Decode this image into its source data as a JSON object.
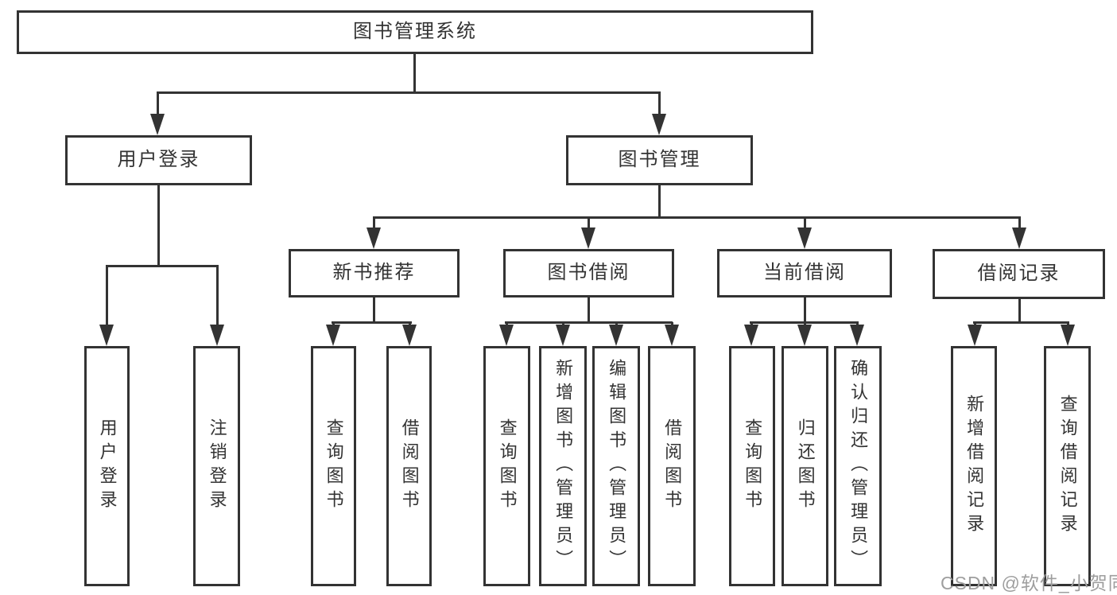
{
  "colors": {
    "line": "#333333",
    "text": "#333333",
    "watermark": "#9e9e9e",
    "background": "#ffffff"
  },
  "watermark": {
    "text": "CSDN @软件_小贺同学"
  },
  "nodes": {
    "root": "图书管理系统",
    "level2": [
      {
        "label": "用户登录",
        "children": [
          "用户登录",
          "注销登录"
        ]
      },
      {
        "label": "图书管理",
        "children": [
          {
            "label": "新书推荐",
            "children": [
              "查询图书",
              "借阅图书"
            ]
          },
          {
            "label": "图书借阅",
            "children": [
              "查询图书",
              "新增图书（管理员）",
              "编辑图书（管理员）",
              "借阅图书"
            ]
          },
          {
            "label": "当前借阅",
            "children": [
              "查询图书",
              "归还图书",
              "确认归还（管理员）"
            ]
          },
          {
            "label": "借阅记录",
            "children": [
              "新增借阅记录",
              "查询借阅记录"
            ]
          }
        ]
      }
    ]
  }
}
